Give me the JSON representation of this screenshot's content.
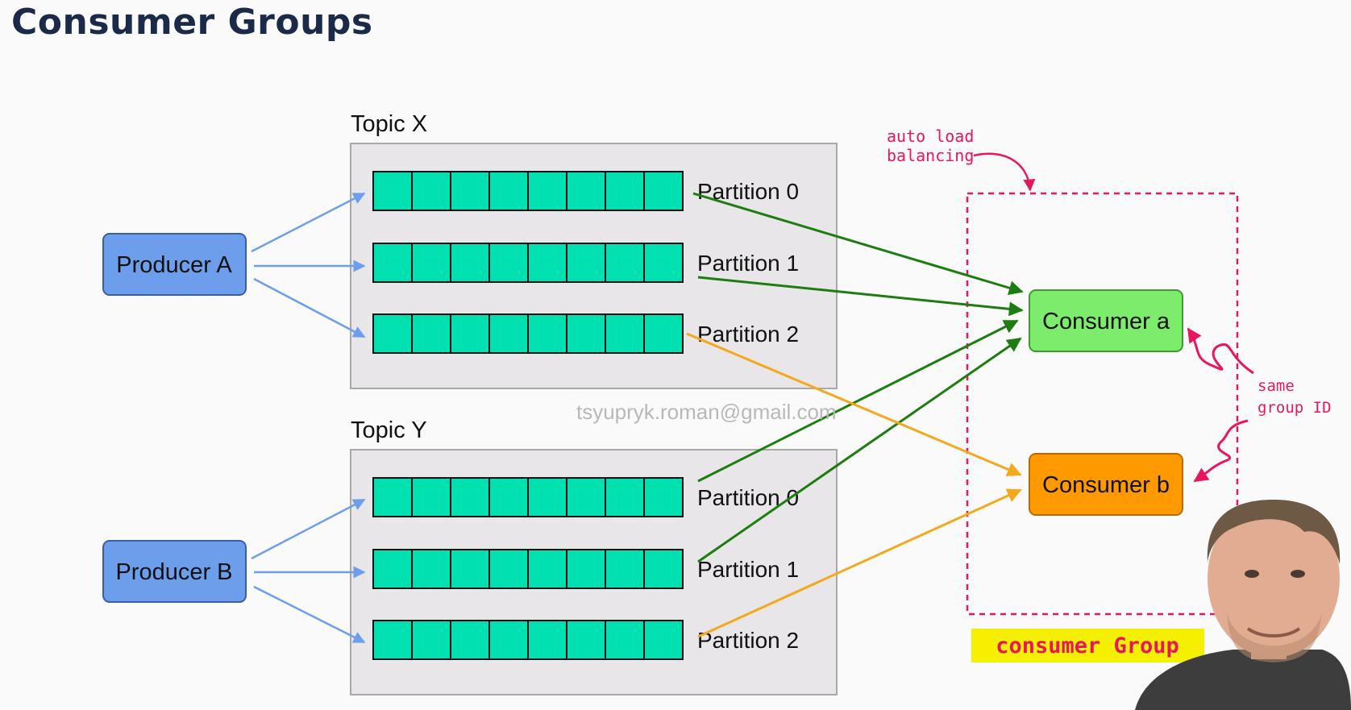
{
  "title": "Consumer Groups",
  "producers": [
    {
      "label": "Producer A"
    },
    {
      "label": "Producer B"
    }
  ],
  "topics": [
    {
      "label": "Topic X",
      "partitions": [
        "Partition 0",
        "Partition 1",
        "Partition 2"
      ]
    },
    {
      "label": "Topic Y",
      "partitions": [
        "Partition 0",
        "Partition 1",
        "Partition 2"
      ]
    }
  ],
  "consumers": [
    {
      "label": "Consumer a"
    },
    {
      "label": "Consumer b"
    }
  ],
  "annotations": {
    "auto_load_balancing": [
      "auto load",
      "balancing"
    ],
    "same_group_id": [
      "same",
      "group ID"
    ],
    "consumer_group": "consumer Group"
  },
  "watermark": "tsyupryk.roman@gmail.com",
  "colors": {
    "title": "#1c2a4a",
    "producer_fill": "#6d9eeb",
    "partition_fill": "#00e0b0",
    "consumer_a_fill": "#7deb6b",
    "consumer_b_fill": "#ff9900",
    "topic_box_fill": "#e8e6e8",
    "producer_arrow": "#6d9eeb",
    "green_arrow": "#1e7d10",
    "orange_arrow": "#f4a91c",
    "annotation": "#e8175d",
    "highlight": "#f5f000"
  }
}
